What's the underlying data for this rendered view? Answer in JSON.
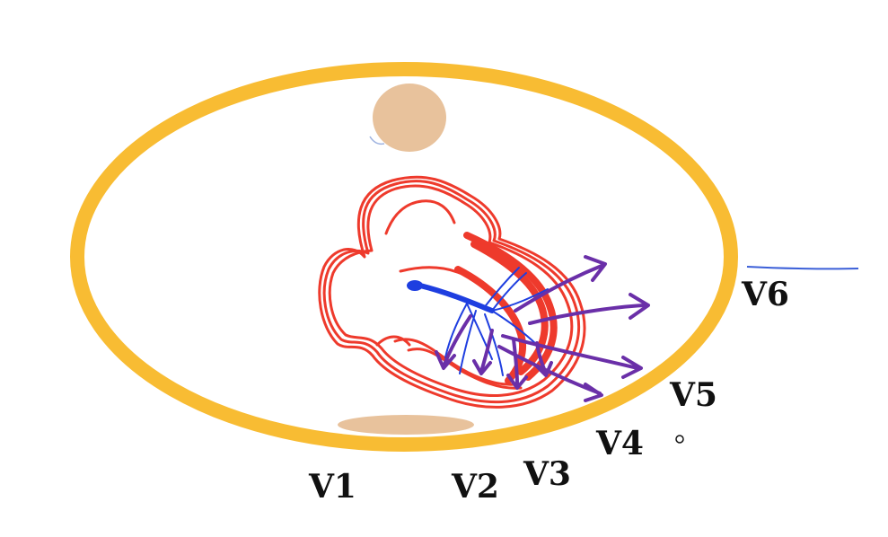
{
  "diagram": {
    "leads": [
      {
        "id": "v1",
        "label": "V1"
      },
      {
        "id": "v2",
        "label": "V2"
      },
      {
        "id": "v3",
        "label": "V3"
      },
      {
        "id": "v4",
        "label": "V4"
      },
      {
        "id": "v5",
        "label": "V5"
      },
      {
        "id": "v6",
        "label": "V6"
      }
    ],
    "colors": {
      "thorax_outline": "#f8bc33",
      "spine": "#e8c29c",
      "sternum": "#e8c29c",
      "heart_wall": "#ee3a2c",
      "conduction_system": "#1e3ee0",
      "depolarization_vectors": "#6a2fa8",
      "marker_line": "#3b5fd8"
    },
    "icons": {
      "electrode_marker": "small-circle-icon"
    }
  }
}
